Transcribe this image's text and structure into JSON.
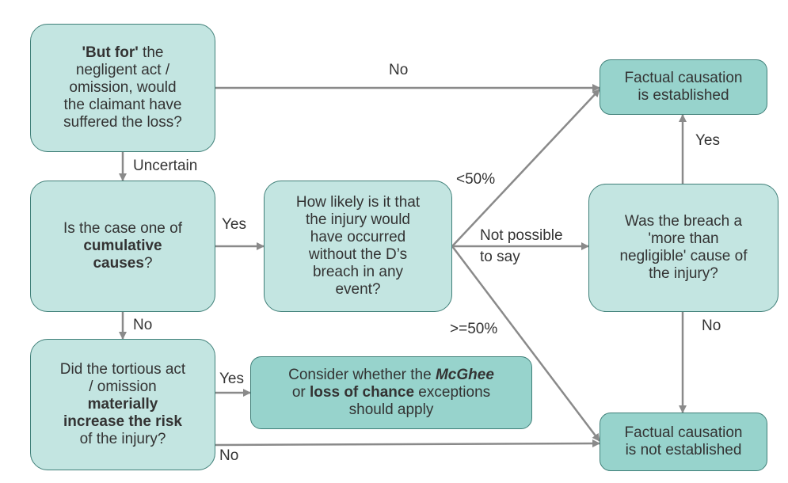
{
  "nodes": {
    "q_but_for": {
      "l1_bold": "'But for'",
      "l1_rest": " the",
      "l2": "negligent act /",
      "l3": "omission, would",
      "l4": "the claimant have",
      "l5": "suffered the loss?"
    },
    "q_cumulative": {
      "l1": "Is the case one of",
      "l2_bold": "cumulative",
      "l3_bold": "causes",
      "l3_rest": "?"
    },
    "q_material": {
      "l1": "Did the tortious act",
      "l2": "/ omission",
      "l3_bold": "materially",
      "l4_bold": "increase the risk",
      "l5": "of the injury?"
    },
    "q_likely": {
      "l1": "How likely is it that",
      "l2": "the injury would",
      "l3": "have occurred",
      "l4": "without the D’s",
      "l5": "breach in any",
      "l6": "event?"
    },
    "q_breach": {
      "l1": "Was the breach a",
      "l2": "'more than",
      "l3": "negligible' cause of",
      "l4": "the injury?"
    },
    "o_established": {
      "l1": "Factual causation",
      "l2": "is established"
    },
    "o_not_established": {
      "l1": "Factual causation",
      "l2": "is not established"
    },
    "o_mcghee": {
      "l1_pre": "Consider whether the ",
      "l1_bi": "McGhee",
      "l2_pre": "or ",
      "l2_bold": "loss of chance",
      "l2_rest": " exceptions",
      "l3": "should apply"
    }
  },
  "edge_labels": {
    "no_top": "No",
    "uncertain": "Uncertain",
    "yes_cumulative": "Yes",
    "no_cumulative": "No",
    "yes_material": "Yes",
    "no_material": "No",
    "lt50": "<50%",
    "gte50": ">=50%",
    "not_possible_1": "Not possible",
    "not_possible_2": "to say",
    "yes_breach": "Yes",
    "no_breach": "No"
  },
  "colors": {
    "question_fill": "#c3e5e1",
    "outcome_fill": "#97d3cc",
    "border": "#3f7f78",
    "arrow": "#8a8a8a",
    "text": "#333333"
  }
}
